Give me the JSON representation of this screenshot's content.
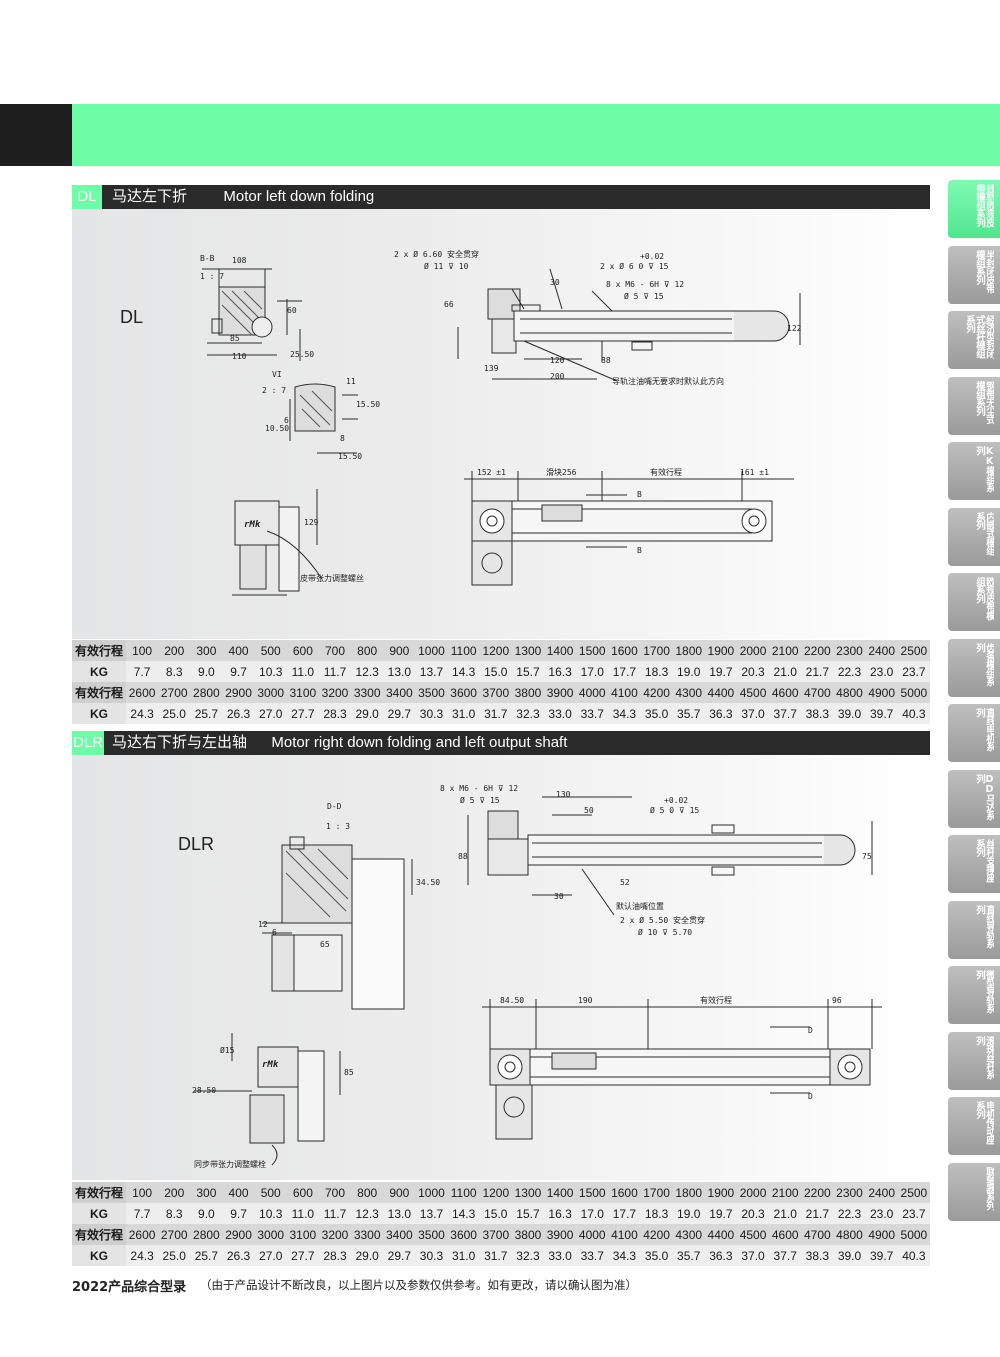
{
  "sections": [
    {
      "code": "DL",
      "title": "马达左下折",
      "title_en": "Motor left down folding",
      "model_label": "DL",
      "drawing_texts": {
        "section_bb": "B-B",
        "scale_17": "1 : 7",
        "d108": "108",
        "d60": "60",
        "d85": "85",
        "d110": "110",
        "d2550": "25.50",
        "vi": "VI",
        "scale_27": "2 : 7",
        "d11": "11",
        "d1550a": "15.50",
        "d6": "6",
        "d1050": "10.50",
        "d8": "8",
        "d1550b": "15.50",
        "hole1": "2 x Ø 6.60 安全贯穿",
        "hole1b": "Ø 11 ⊽ 10",
        "tol": "+0.02",
        "hole2": "2 x Ø 6 0   ⊽ 15",
        "hole3": "8 x M6 - 6H ⊽ 12",
        "hole3b": "Ø 5 ⊽ 15",
        "d30": "30",
        "d66": "66",
        "d122": "122",
        "d120": "120",
        "d88": "88",
        "d139": "139",
        "d200": "200",
        "note1": "导轨注油嘴无要求时默认此方向",
        "d152": "152 ±1",
        "slider": "滑块256",
        "stroke": "有效行程",
        "d161": "161 ±1",
        "b1": "B",
        "b2": "B",
        "d129": "129",
        "note2": "皮带张力调整螺丝",
        "logo": "rMk"
      },
      "table": [
        [
          "有效行程",
          "100",
          "200",
          "300",
          "400",
          "500",
          "600",
          "700",
          "800",
          "900",
          "1000",
          "1100",
          "1200",
          "1300",
          "1400",
          "1500",
          "1600",
          "1700",
          "1800",
          "1900",
          "2000",
          "2100",
          "2200",
          "2300",
          "2400",
          "2500"
        ],
        [
          "KG",
          "7.7",
          "8.3",
          "9.0",
          "9.7",
          "10.3",
          "11.0",
          "11.7",
          "12.3",
          "13.0",
          "13.7",
          "14.3",
          "15.0",
          "15.7",
          "16.3",
          "17.0",
          "17.7",
          "18.3",
          "19.0",
          "19.7",
          "20.3",
          "21.0",
          "21.7",
          "22.3",
          "23.0",
          "23.7"
        ],
        [
          "有效行程",
          "2600",
          "2700",
          "2800",
          "2900",
          "3000",
          "3100",
          "3200",
          "3300",
          "3400",
          "3500",
          "3600",
          "3700",
          "3800",
          "3900",
          "4000",
          "4100",
          "4200",
          "4300",
          "4400",
          "4500",
          "4600",
          "4700",
          "4800",
          "4900",
          "5000"
        ],
        [
          "KG",
          "24.3",
          "25.0",
          "25.7",
          "26.3",
          "27.0",
          "27.7",
          "28.3",
          "29.0",
          "29.7",
          "30.3",
          "31.0",
          "31.7",
          "32.3",
          "33.0",
          "33.7",
          "34.3",
          "35.0",
          "35.7",
          "36.3",
          "37.0",
          "37.7",
          "38.3",
          "39.0",
          "39.7",
          "40.3"
        ]
      ]
    },
    {
      "code": "DLR",
      "title": "马达右下折与左出轴",
      "title_en": "Motor right down folding and left output shaft",
      "model_label": "DLR",
      "drawing_texts": {
        "section_dd": "D-D",
        "scale_13": "1 : 3",
        "d3450": "34.50",
        "d12": "12",
        "d6": "6",
        "d65": "65",
        "hole1": "8 x M6 - 6H ⊽ 12",
        "hole1b": "Ø 5 ⊽ 15",
        "d130": "130",
        "d50": "50",
        "tol": "+0.02",
        "hole2": "Ø 5  0   ⊽ 15",
        "d88": "88",
        "d75": "75",
        "d52": "52",
        "d30": "30",
        "note1": "默认油嘴位置",
        "hole3": "2 x Ø 5.50 安全贯穿",
        "hole3b": "Ø 10 ⊽ 5.70",
        "d8450": "84.50",
        "d190": "190",
        "stroke": "有效行程",
        "d96": "96",
        "dd1": "D",
        "dd2": "D",
        "phi15": "Ø15",
        "d85": "85",
        "d2850": "28.50",
        "note2": "同步带张力调整螺栓",
        "logo": "rMk"
      },
      "table": [
        [
          "有效行程",
          "100",
          "200",
          "300",
          "400",
          "500",
          "600",
          "700",
          "800",
          "900",
          "1000",
          "1100",
          "1200",
          "1300",
          "1400",
          "1500",
          "1600",
          "1700",
          "1800",
          "1900",
          "2000",
          "2100",
          "2200",
          "2300",
          "2400",
          "2500"
        ],
        [
          "KG",
          "7.7",
          "8.3",
          "9.0",
          "9.7",
          "10.3",
          "11.0",
          "11.7",
          "12.3",
          "13.0",
          "13.7",
          "14.3",
          "15.0",
          "15.7",
          "16.3",
          "17.0",
          "17.7",
          "18.3",
          "19.0",
          "19.7",
          "20.3",
          "21.0",
          "21.7",
          "22.3",
          "23.0",
          "23.7"
        ],
        [
          "有效行程",
          "2600",
          "2700",
          "2800",
          "2900",
          "3000",
          "3100",
          "3200",
          "3300",
          "3400",
          "3500",
          "3600",
          "3700",
          "3800",
          "3900",
          "4000",
          "4100",
          "4200",
          "4300",
          "4400",
          "4500",
          "4600",
          "4700",
          "4800",
          "4900",
          "5000"
        ],
        [
          "KG",
          "24.3",
          "25.0",
          "25.7",
          "26.3",
          "27.0",
          "27.7",
          "28.3",
          "29.0",
          "29.7",
          "30.3",
          "31.0",
          "31.7",
          "32.3",
          "33.0",
          "33.7",
          "34.3",
          "35.0",
          "35.7",
          "36.3",
          "37.0",
          "37.7",
          "38.3",
          "39.0",
          "39.7",
          "40.3"
        ]
      ]
    }
  ],
  "sidebar": [
    {
      "label": "线轨欧规皮带模组系列",
      "active": true
    },
    {
      "label": "半封闭皮带模组系列",
      "active": false
    },
    {
      "label": "经济型封闭式丝杆模组系列",
      "active": false
    },
    {
      "label": "钢带无尘式模组系列",
      "active": false
    },
    {
      "label": "KK模组系列",
      "active": false
    },
    {
      "label": "内嵌式模组系列",
      "active": false
    },
    {
      "label": "欧规皮带模组系列",
      "active": false
    },
    {
      "label": "齿条模组系列",
      "active": false
    },
    {
      "label": "直线电机系列",
      "active": false
    },
    {
      "label": "DD马达系列",
      "active": false
    },
    {
      "label": "丝杆支撑座系列",
      "active": false
    },
    {
      "label": "直线导轨系列",
      "active": false
    },
    {
      "label": "微型导轨系列",
      "active": false
    },
    {
      "label": "滚珠丝杆系列",
      "active": false
    },
    {
      "label": "电机传动座系列",
      "active": false
    },
    {
      "label": "联轴器系列",
      "active": false
    }
  ],
  "footer": {
    "year_label": "2022产品综合型录",
    "note": "（由于产品设计不断改良，以上图片以及参数仅供参考。如有更改，请以确认图为准）"
  },
  "colors": {
    "accent": "#6cfda6",
    "bar": "#2a2a2a",
    "line": "#2b2b2b"
  }
}
